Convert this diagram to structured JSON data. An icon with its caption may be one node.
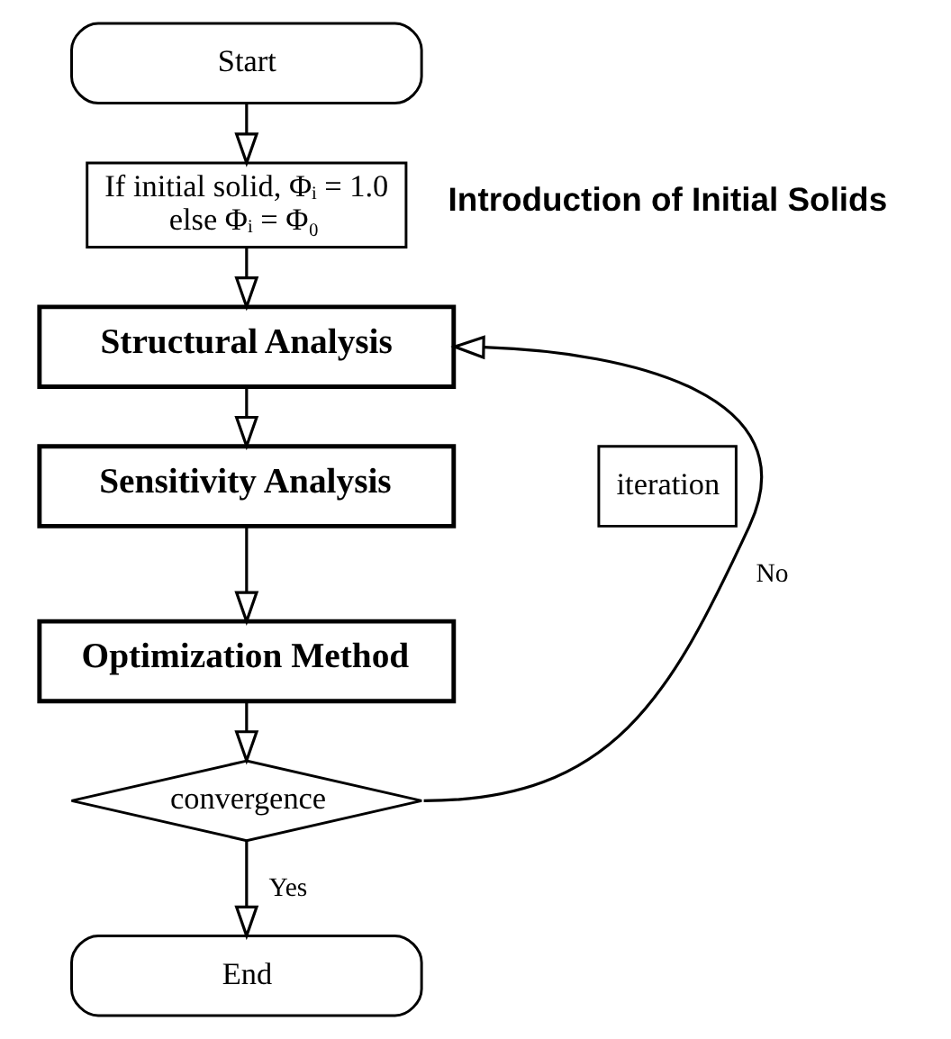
{
  "diagram": {
    "nodes": [
      {
        "text": [
          "Start"
        ]
      },
      {
        "text": [
          "If initial solid, Φᵢ = 1.0",
          "else Φᵢ = Φ₀"
        ],
        "beside": [
          "Introduction of Initial Solids"
        ]
      },
      {
        "text": [
          "Structural Analysis"
        ]
      },
      {
        "text": [
          "Sensitivity Analysis"
        ]
      },
      {
        "text": [
          "Optimization Method"
        ]
      },
      {
        "text": [
          "convergence"
        ]
      },
      {
        "text": [
          "End"
        ]
      },
      {
        "text": [
          "iteration"
        ]
      }
    ],
    "edges": [
      {
        "from": 0,
        "to": 1,
        "arrow": "to"
      },
      {
        "from": 1,
        "to": 2,
        "arrow": "to"
      },
      {
        "from": 2,
        "to": 3,
        "arrow": "to"
      },
      {
        "from": 3,
        "to": 4,
        "arrow": "to"
      },
      {
        "from": 4,
        "to": 5,
        "arrow": "to"
      },
      {
        "from": 5,
        "to": 6,
        "arrow": "to",
        "label": "Yes"
      },
      {
        "from": 5,
        "to": 2,
        "arrow": "to",
        "label": "No"
      }
    ]
  }
}
